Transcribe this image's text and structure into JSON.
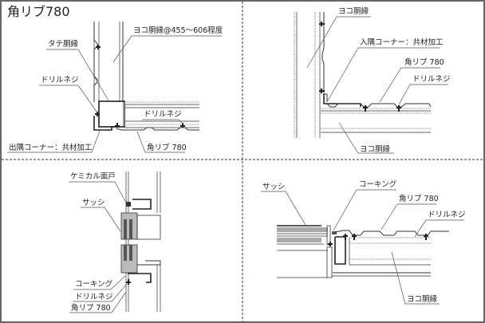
{
  "title": "角リブ780",
  "panels": {
    "top_left": {
      "name": "outside-corner-detail",
      "labels": {
        "yoko_dobuchi": "ヨコ胴縁@455～606程度",
        "tate_dobuchi": "タテ胴縁",
        "drill_screw_1": "ドリルネジ",
        "drill_screw_2": "ドリルネジ",
        "corner": "出隅コーナー：共材加工",
        "panel": "角リブ 780"
      }
    },
    "top_right": {
      "name": "inside-corner-detail",
      "labels": {
        "yoko_dobuchi_top": "ヨコ胴縁",
        "corner": "入隅コーナー：共材加工",
        "panel": "角リブ 780",
        "drill_screw": "ドリルネジ",
        "yoko_dobuchi_bottom": "ヨコ胴縁"
      }
    },
    "bottom_left": {
      "name": "sash-vertical-detail",
      "labels": {
        "chemical_door": "ケミカル面戸",
        "sash": "サッシ",
        "caulking": "コーキング",
        "drill_screw": "ドリルネジ",
        "panel": "角リブ 780"
      }
    },
    "bottom_right": {
      "name": "sash-horizontal-detail",
      "labels": {
        "sash": "サッシ",
        "caulking": "コーキング",
        "panel": "角リブ 780",
        "drill_screw": "ドリルネジ",
        "yoko_dobuchi": "ヨコ胴縁"
      }
    }
  }
}
